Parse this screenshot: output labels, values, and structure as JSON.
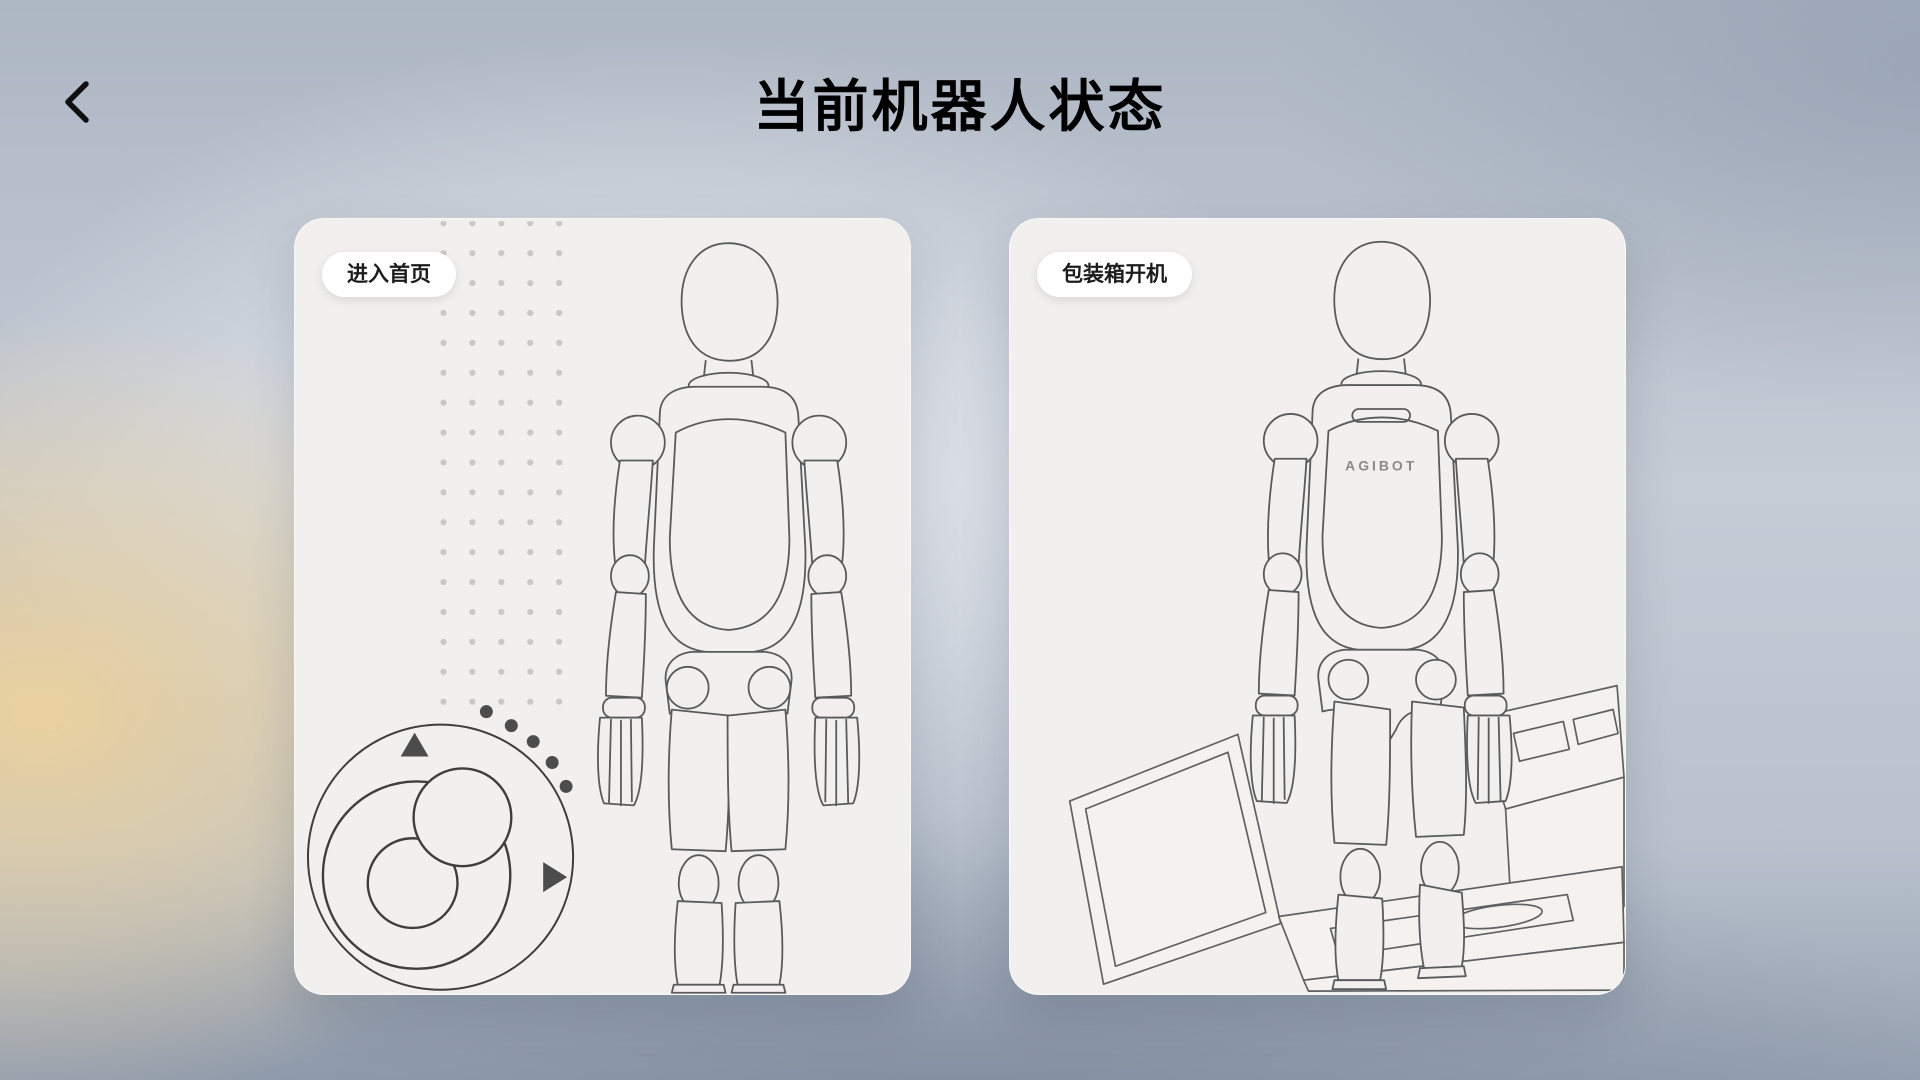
{
  "header": {
    "title": "当前机器人状态"
  },
  "cards": [
    {
      "id": "enter-home",
      "label": "进入首页"
    },
    {
      "id": "box-power-on",
      "label": "包装箱开机",
      "robot_brand": "AGIBOT"
    }
  ],
  "colors": {
    "card_bg": "#f1f0ee",
    "badge_bg": "#ffffff",
    "line": "#595a5c",
    "warm_glow": "#ecd19b",
    "background_blue_gray": "#b7bfcb"
  }
}
